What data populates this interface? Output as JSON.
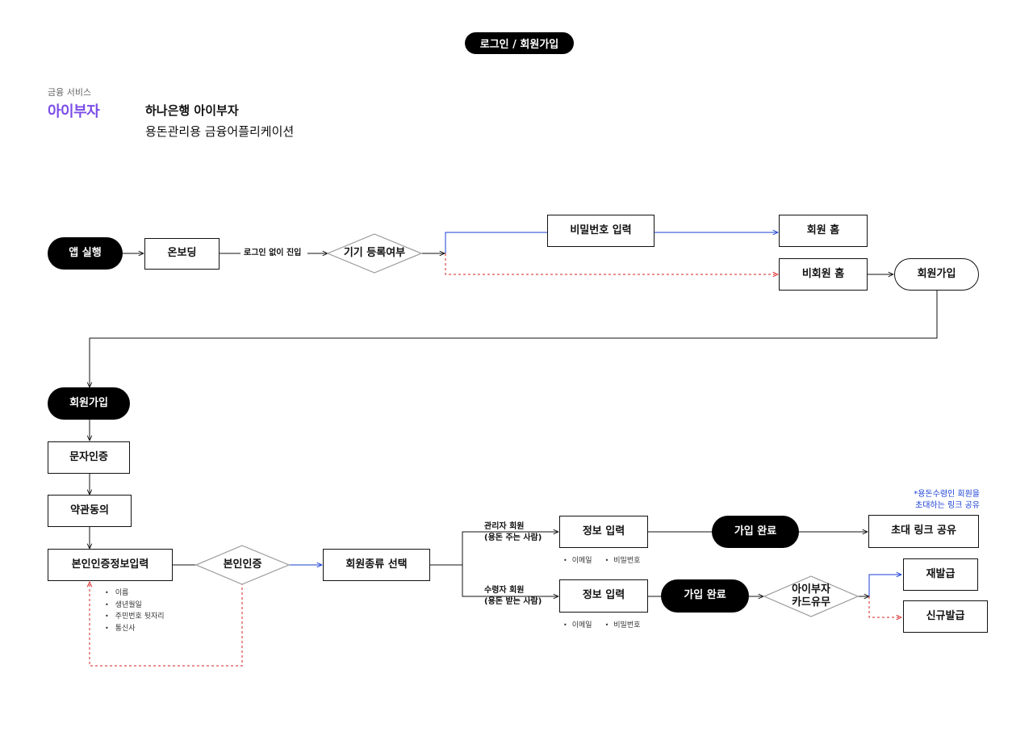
{
  "header": {
    "title": "로그인 / 회원가입"
  },
  "service": {
    "category": "금융 서비스",
    "brand": "아이부자",
    "title": "하나은행 아이부자",
    "subtitle": "용돈관리용 금융어플리케이션"
  },
  "nodes": {
    "app_launch": "앱 실행",
    "onboarding": "온보딩",
    "device_check": "기기 등록여부",
    "password_input": "비밀번호 입력",
    "member_home": "회원 홈",
    "guest_home": "비회원 홈",
    "signup_top": "회원가입",
    "signup_start": "회원가입",
    "sms_auth": "문자인증",
    "terms_agree": "약관동의",
    "identity_info": "본인인증정보입력",
    "identity_check": "본인인증",
    "member_type": "회원종류 선택",
    "admin_info_input": "정보 입력",
    "receiver_info_input": "정보 입력",
    "admin_complete": "가입 완료",
    "receiver_complete": "가입 완료",
    "invite_link": "초대 링크 공유",
    "card_check_line1": "아이부자",
    "card_check_line2": "카드유무",
    "reissue": "재발급",
    "new_issue": "신규발급"
  },
  "edge_labels": {
    "no_login": "로그인 없이 진입",
    "admin_line1": "관리자 회원",
    "admin_line2": "(용돈 주는 사람)",
    "receiver_line1": "수령자 회원",
    "receiver_line2": "(용돈 받는 사람)"
  },
  "identity_fields": [
    "이름",
    "생년월일",
    "주민번호 뒷자리",
    "통신사"
  ],
  "admin_fields": [
    "이메일",
    "비밀번호"
  ],
  "receiver_fields": [
    "이메일",
    "비밀번호"
  ],
  "note": {
    "line1": "*용돈수령인 회원을",
    "line2": "초대하는 링크 공유"
  },
  "colors": {
    "brand": "#7b4de8",
    "yes_edge": "#1a3fd6",
    "no_edge": "#d62020",
    "note": "#1a3fd6"
  }
}
